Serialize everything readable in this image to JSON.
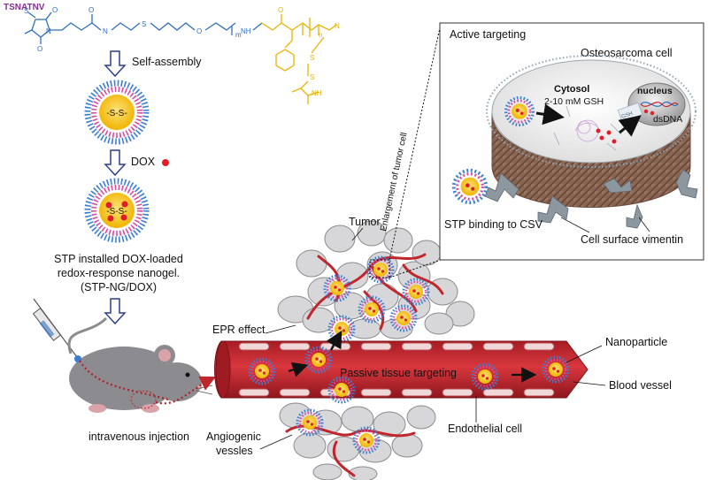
{
  "chem": {
    "peptide": "TSNATNV",
    "subscript_m": "m",
    "subscript_n": "n",
    "atoms": {
      "S": "S",
      "O": "O",
      "N": "N",
      "NH": "NH",
      "N_H": "N"
    }
  },
  "steps": {
    "self_assembly": "Self-assembly",
    "dox": "DOX",
    "core_label": "-S-S-",
    "nanogel_caption": [
      "STP installed DOX-loaded",
      "redox-response nanogel.",
      "(STP-NG/DOX)"
    ],
    "injection": "intravenous injection"
  },
  "inset": {
    "title": "Active targeting",
    "cell": "Osteosarcoma cell",
    "cytosol": "Cytosol",
    "gsh": "2-10 mM GSH",
    "gsh_small": "GSH",
    "nucleus": "nucleus",
    "dsdna": "dsDNA",
    "stp_binding": "STP binding to CSV",
    "vimentin": "Cell surface vimentin"
  },
  "body": {
    "tumor": "Tumor",
    "enlargement": "Enlargement of tumor cell",
    "epr": "EPR effect",
    "passive": "Passive tissue targeting",
    "nanoparticle": "Nanoparticle",
    "blood_vessel": "Blood vessel",
    "endothelial": "Endothelial cell",
    "angiogenic": [
      "Angiogenic",
      "vessles"
    ]
  },
  "colors": {
    "chem_blue": "#2f6fbf",
    "chem_yellow": "#e8b400",
    "chem_purple": "#8a2d9c",
    "vessel_red": "#c0272d",
    "particle_core": "#f6c21a",
    "corona_blue": "#3a7fd5",
    "corona_pink": "#d94aa0",
    "dox_red": "#e01e2b",
    "arrow_blue": "#2a3f8f",
    "cell_gray": "#d7d7d9",
    "cell_brown": "#8a6552",
    "mouse_gray": "#8c8c90"
  }
}
